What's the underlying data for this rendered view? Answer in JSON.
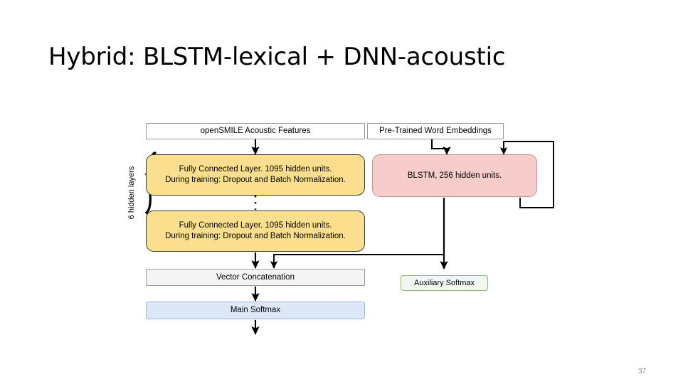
{
  "slide": {
    "title": "Hybrid: BLSTM-lexical + DNN-acoustic",
    "page_number": "37",
    "background_color": "#ffffff"
  },
  "diagram": {
    "type": "flowchart",
    "group_label": "6 hidden layers",
    "nodes": [
      {
        "id": "acoustic-input",
        "label": "openSMILE  Acoustic Features",
        "kind": "io",
        "fill": "#ffffff",
        "border": "#9a9a9a"
      },
      {
        "id": "word-embeddings-input",
        "label": "Pre-Trained Word Embeddings",
        "kind": "io",
        "fill": "#ffffff",
        "border": "#9a9a9a"
      },
      {
        "id": "fc-layer-first",
        "line1": "Fully Connected Layer. 1095 hidden units.",
        "line2": "During training: Dropout and Batch Normalization.",
        "kind": "fully-connected",
        "fill": "#fcdf8e",
        "border": "#3a3a3a"
      },
      {
        "id": "fc-layer-last",
        "line1": "Fully Connected Layer. 1095 hidden units.",
        "line2": "During training: Dropout and Batch Normalization.",
        "kind": "fully-connected",
        "fill": "#fcdf8e",
        "border": "#3a3a3a"
      },
      {
        "id": "blstm",
        "label": "BLSTM, 256 hidden units.",
        "kind": "recurrent",
        "fill": "#f6cdcb",
        "border": "#c98f8c"
      },
      {
        "id": "vector-concatenation",
        "label": "Vector Concatenation",
        "kind": "merge",
        "fill": "#f4f4f4",
        "border": "#9a9a9a"
      },
      {
        "id": "main-softmax",
        "label": "Main Softmax",
        "kind": "output",
        "fill": "#dce7f7",
        "border": "#9fb6d6"
      },
      {
        "id": "auxiliary-softmax",
        "label": "Auxiliary Softmax",
        "kind": "output",
        "fill": "#f2f8f0",
        "border": "#8cba6e"
      }
    ],
    "edges": [
      {
        "from": "acoustic-input",
        "to": "fc-layer-first"
      },
      {
        "from": "fc-layer-first",
        "to": "fc-layer-last",
        "style": "dotted-ellipsis"
      },
      {
        "from": "fc-layer-last",
        "to": "vector-concatenation"
      },
      {
        "from": "word-embeddings-input",
        "to": "blstm"
      },
      {
        "from": "blstm",
        "to": "blstm",
        "style": "recurrent-loop"
      },
      {
        "from": "blstm",
        "to": "vector-concatenation"
      },
      {
        "from": "blstm",
        "to": "auxiliary-softmax"
      },
      {
        "from": "vector-concatenation",
        "to": "main-softmax"
      },
      {
        "from": "main-softmax",
        "to": "output"
      }
    ]
  }
}
